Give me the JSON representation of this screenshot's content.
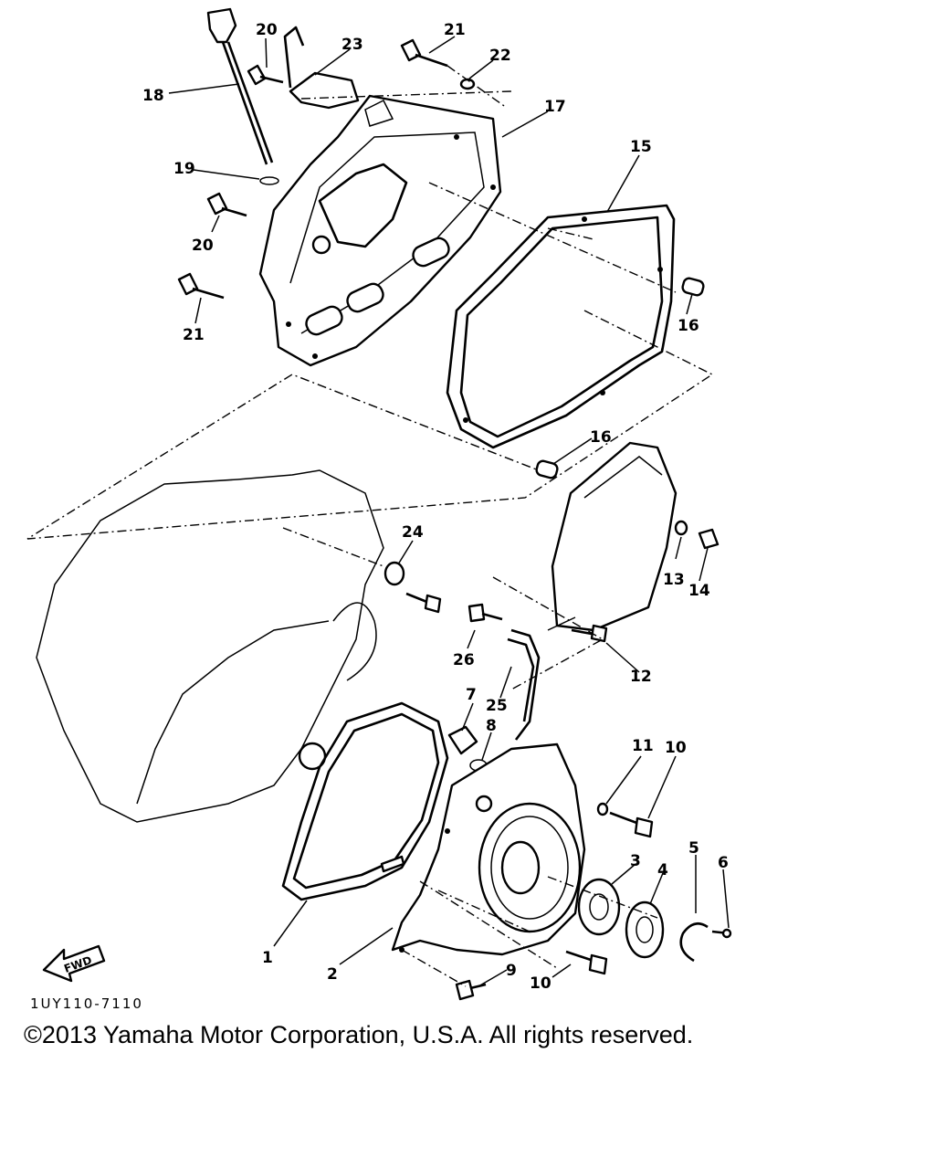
{
  "diagram": {
    "callouts": [
      {
        "id": "c1",
        "text": "1"
      },
      {
        "id": "c2",
        "text": "2"
      },
      {
        "id": "c3",
        "text": "3"
      },
      {
        "id": "c4",
        "text": "4"
      },
      {
        "id": "c5",
        "text": "5"
      },
      {
        "id": "c6",
        "text": "6"
      },
      {
        "id": "c7",
        "text": "7"
      },
      {
        "id": "c8",
        "text": "8"
      },
      {
        "id": "c9",
        "text": "9"
      },
      {
        "id": "c10a",
        "text": "10"
      },
      {
        "id": "c10b",
        "text": "10"
      },
      {
        "id": "c11",
        "text": "11"
      },
      {
        "id": "c12",
        "text": "12"
      },
      {
        "id": "c13",
        "text": "13"
      },
      {
        "id": "c14",
        "text": "14"
      },
      {
        "id": "c15",
        "text": "15"
      },
      {
        "id": "c16a",
        "text": "16"
      },
      {
        "id": "c16b",
        "text": "16"
      },
      {
        "id": "c17",
        "text": "17"
      },
      {
        "id": "c18",
        "text": "18"
      },
      {
        "id": "c19",
        "text": "19"
      },
      {
        "id": "c20a",
        "text": "20"
      },
      {
        "id": "c20b",
        "text": "20"
      },
      {
        "id": "c21a",
        "text": "21"
      },
      {
        "id": "c21b",
        "text": "21"
      },
      {
        "id": "c22",
        "text": "22"
      },
      {
        "id": "c23",
        "text": "23"
      },
      {
        "id": "c24",
        "text": "24"
      },
      {
        "id": "c25",
        "text": "25"
      },
      {
        "id": "c26",
        "text": "26"
      }
    ],
    "fwd_label": "FWD"
  },
  "footer": {
    "drawing_code": "1UY110-7110",
    "copyright": "©2013 Yamaha Motor Corporation, U.S.A. All rights reserved."
  }
}
